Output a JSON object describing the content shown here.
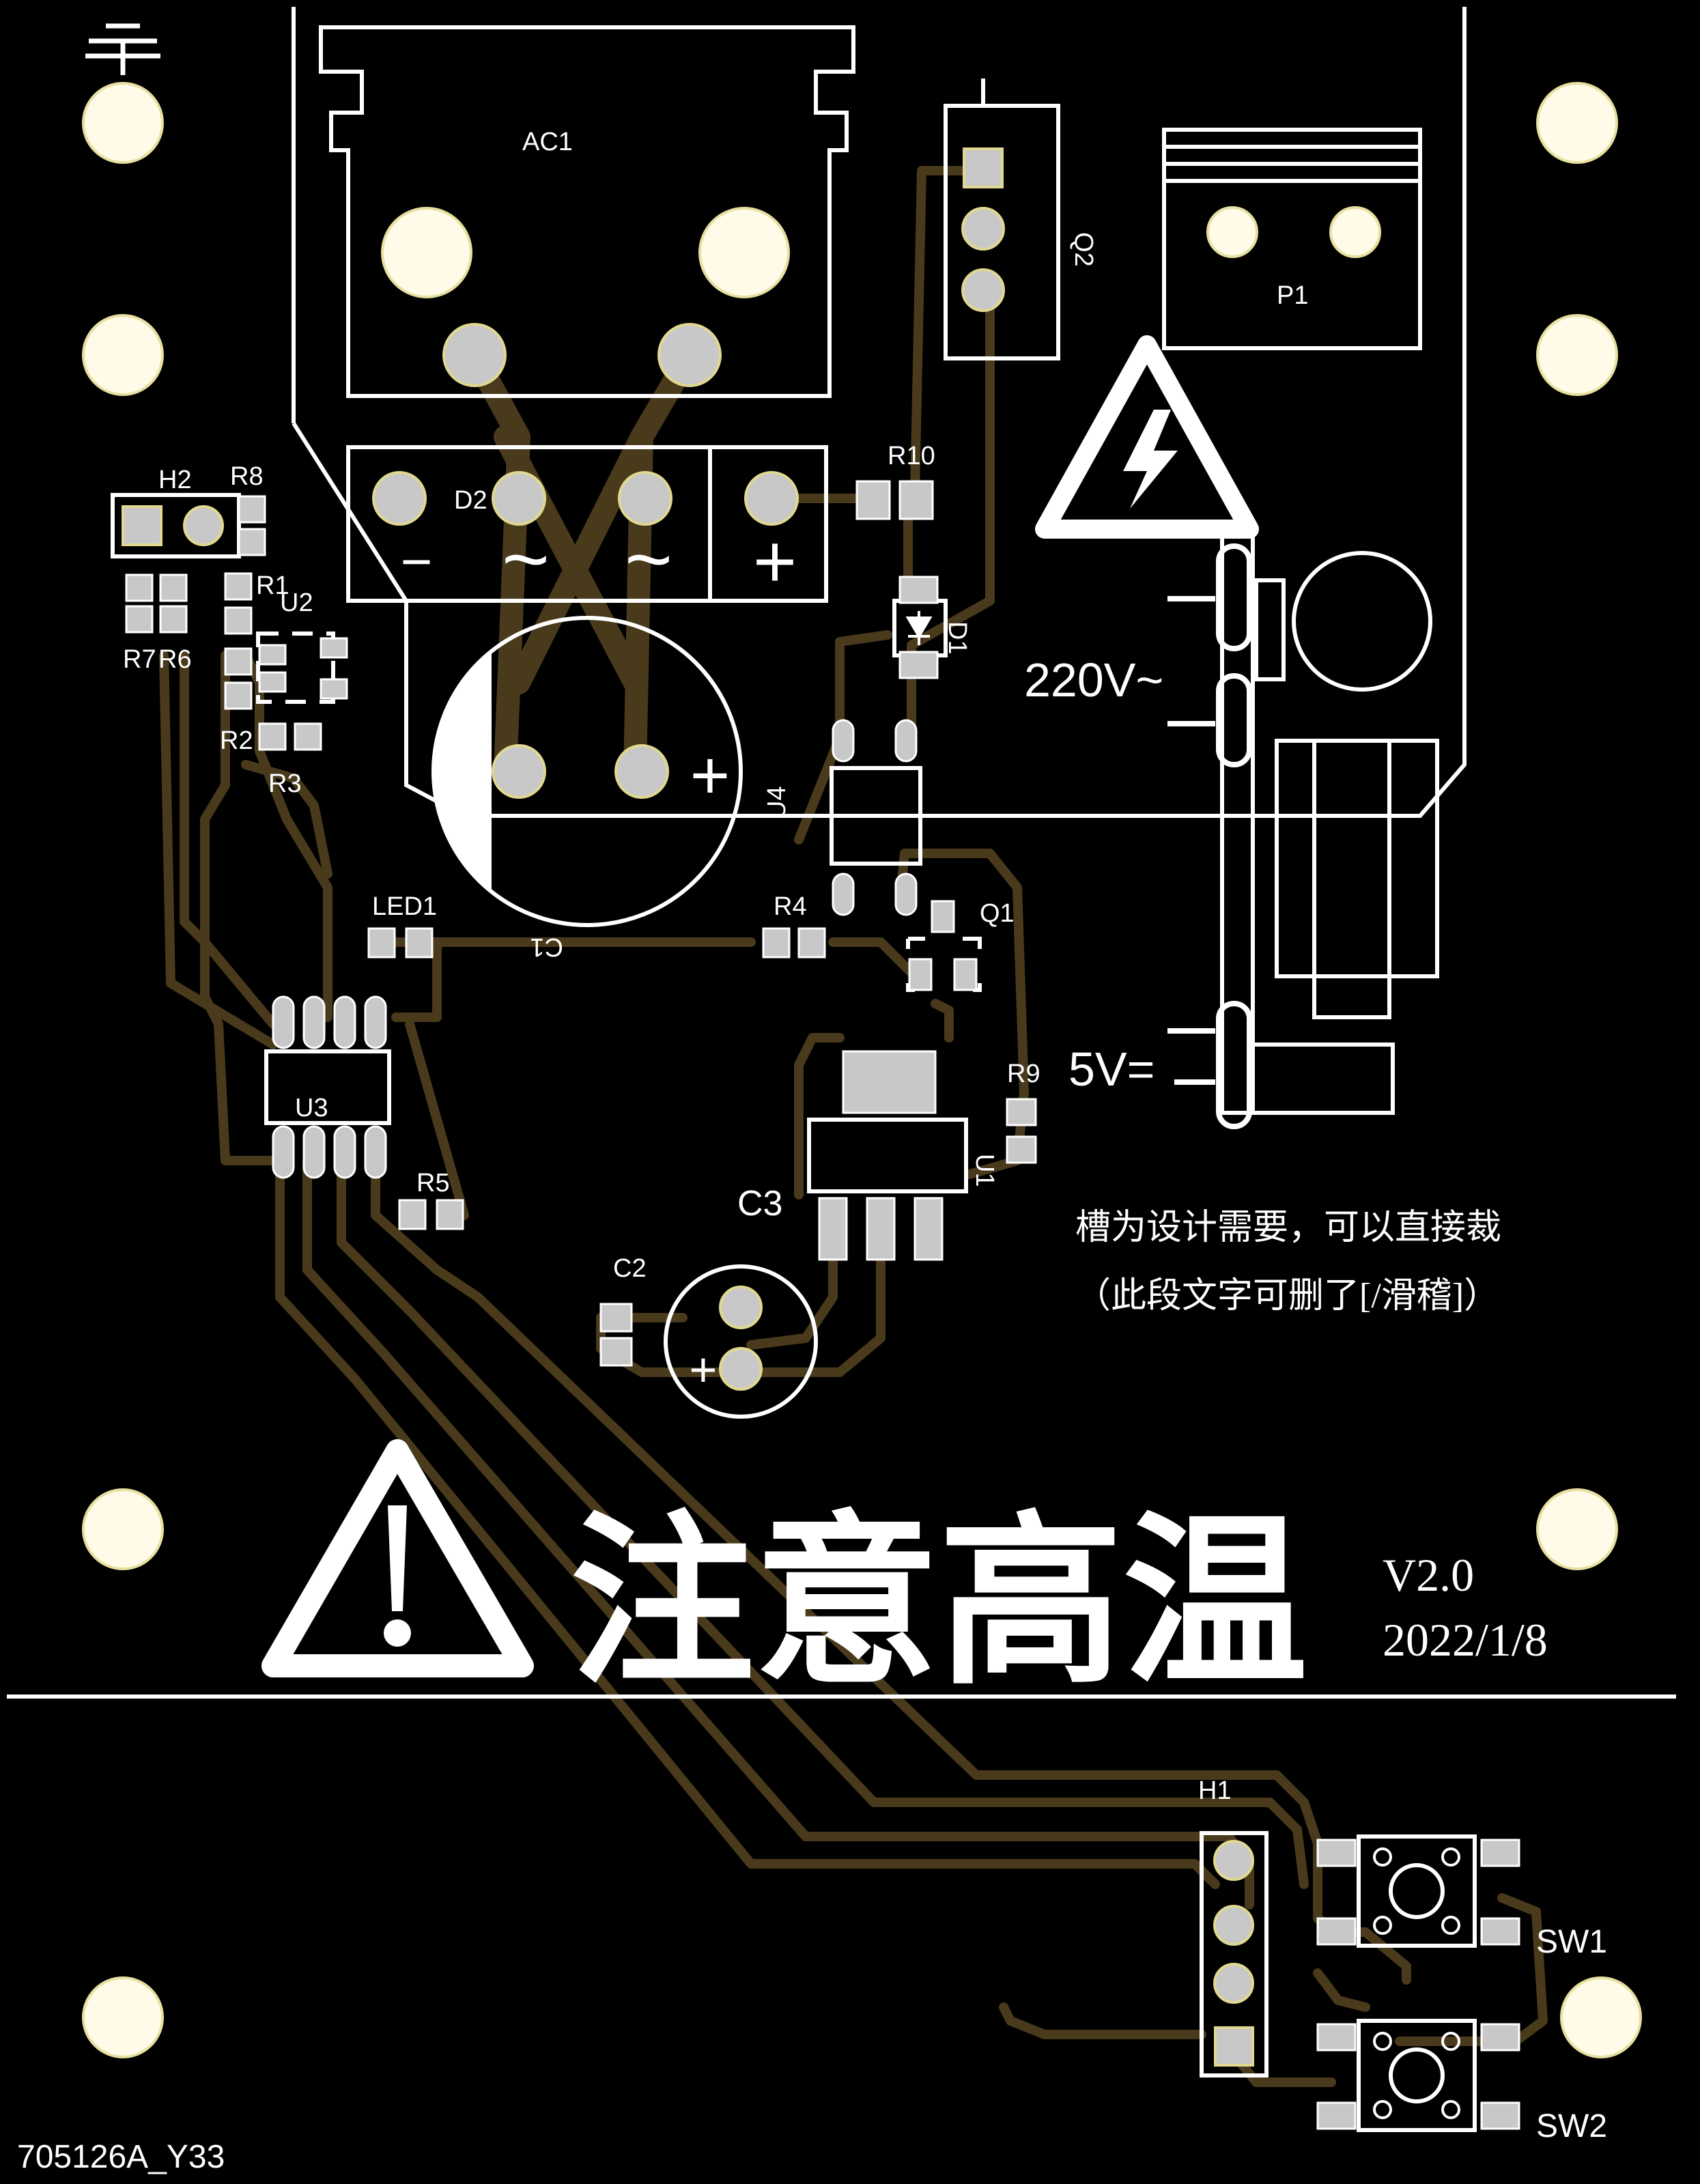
{
  "board": {
    "background": "#000000",
    "trace_color": "#4a3a1c",
    "silk_color": "#ffffff",
    "pad_color": "#c8c8c8",
    "hole_color": "#fffbe8",
    "hole_ring": "#e8e0a0"
  },
  "labels": {
    "ac1": "AC1",
    "q2": "Q2",
    "p1": "P1",
    "h2": "H2",
    "r8": "R8",
    "r10": "R10",
    "d2": "D2",
    "r1": "R1",
    "u2": "U2",
    "r7": "R7",
    "r6": "R6",
    "r2": "R2",
    "r3": "R3",
    "d1": "D1",
    "u4": "U4",
    "c1": "C1",
    "led1": "LED1",
    "r4": "R4",
    "q1": "Q1",
    "r9": "R9",
    "u3": "U3",
    "u1": "U1",
    "r5": "R5",
    "c3": "C3",
    "c2": "C2",
    "h1": "H1",
    "sw1": "SW1",
    "sw2": "SW2"
  },
  "bridge_symbols": {
    "minus": "−",
    "ac1": "~",
    "ac2": "~",
    "plus": "+"
  },
  "voltage": {
    "v220": "220V~",
    "v5": "5V="
  },
  "notes": {
    "line1": "槽为设计需要，可以直接裁",
    "line2": "（此段文字可删了[/滑稽]）"
  },
  "warning": {
    "title": "注意高温",
    "version": "V2.0",
    "date": "2022/1/8"
  },
  "board_id": "705126A_Y33",
  "icons": [
    "ground-icon",
    "high-voltage-warning-icon",
    "caution-warning-icon"
  ]
}
